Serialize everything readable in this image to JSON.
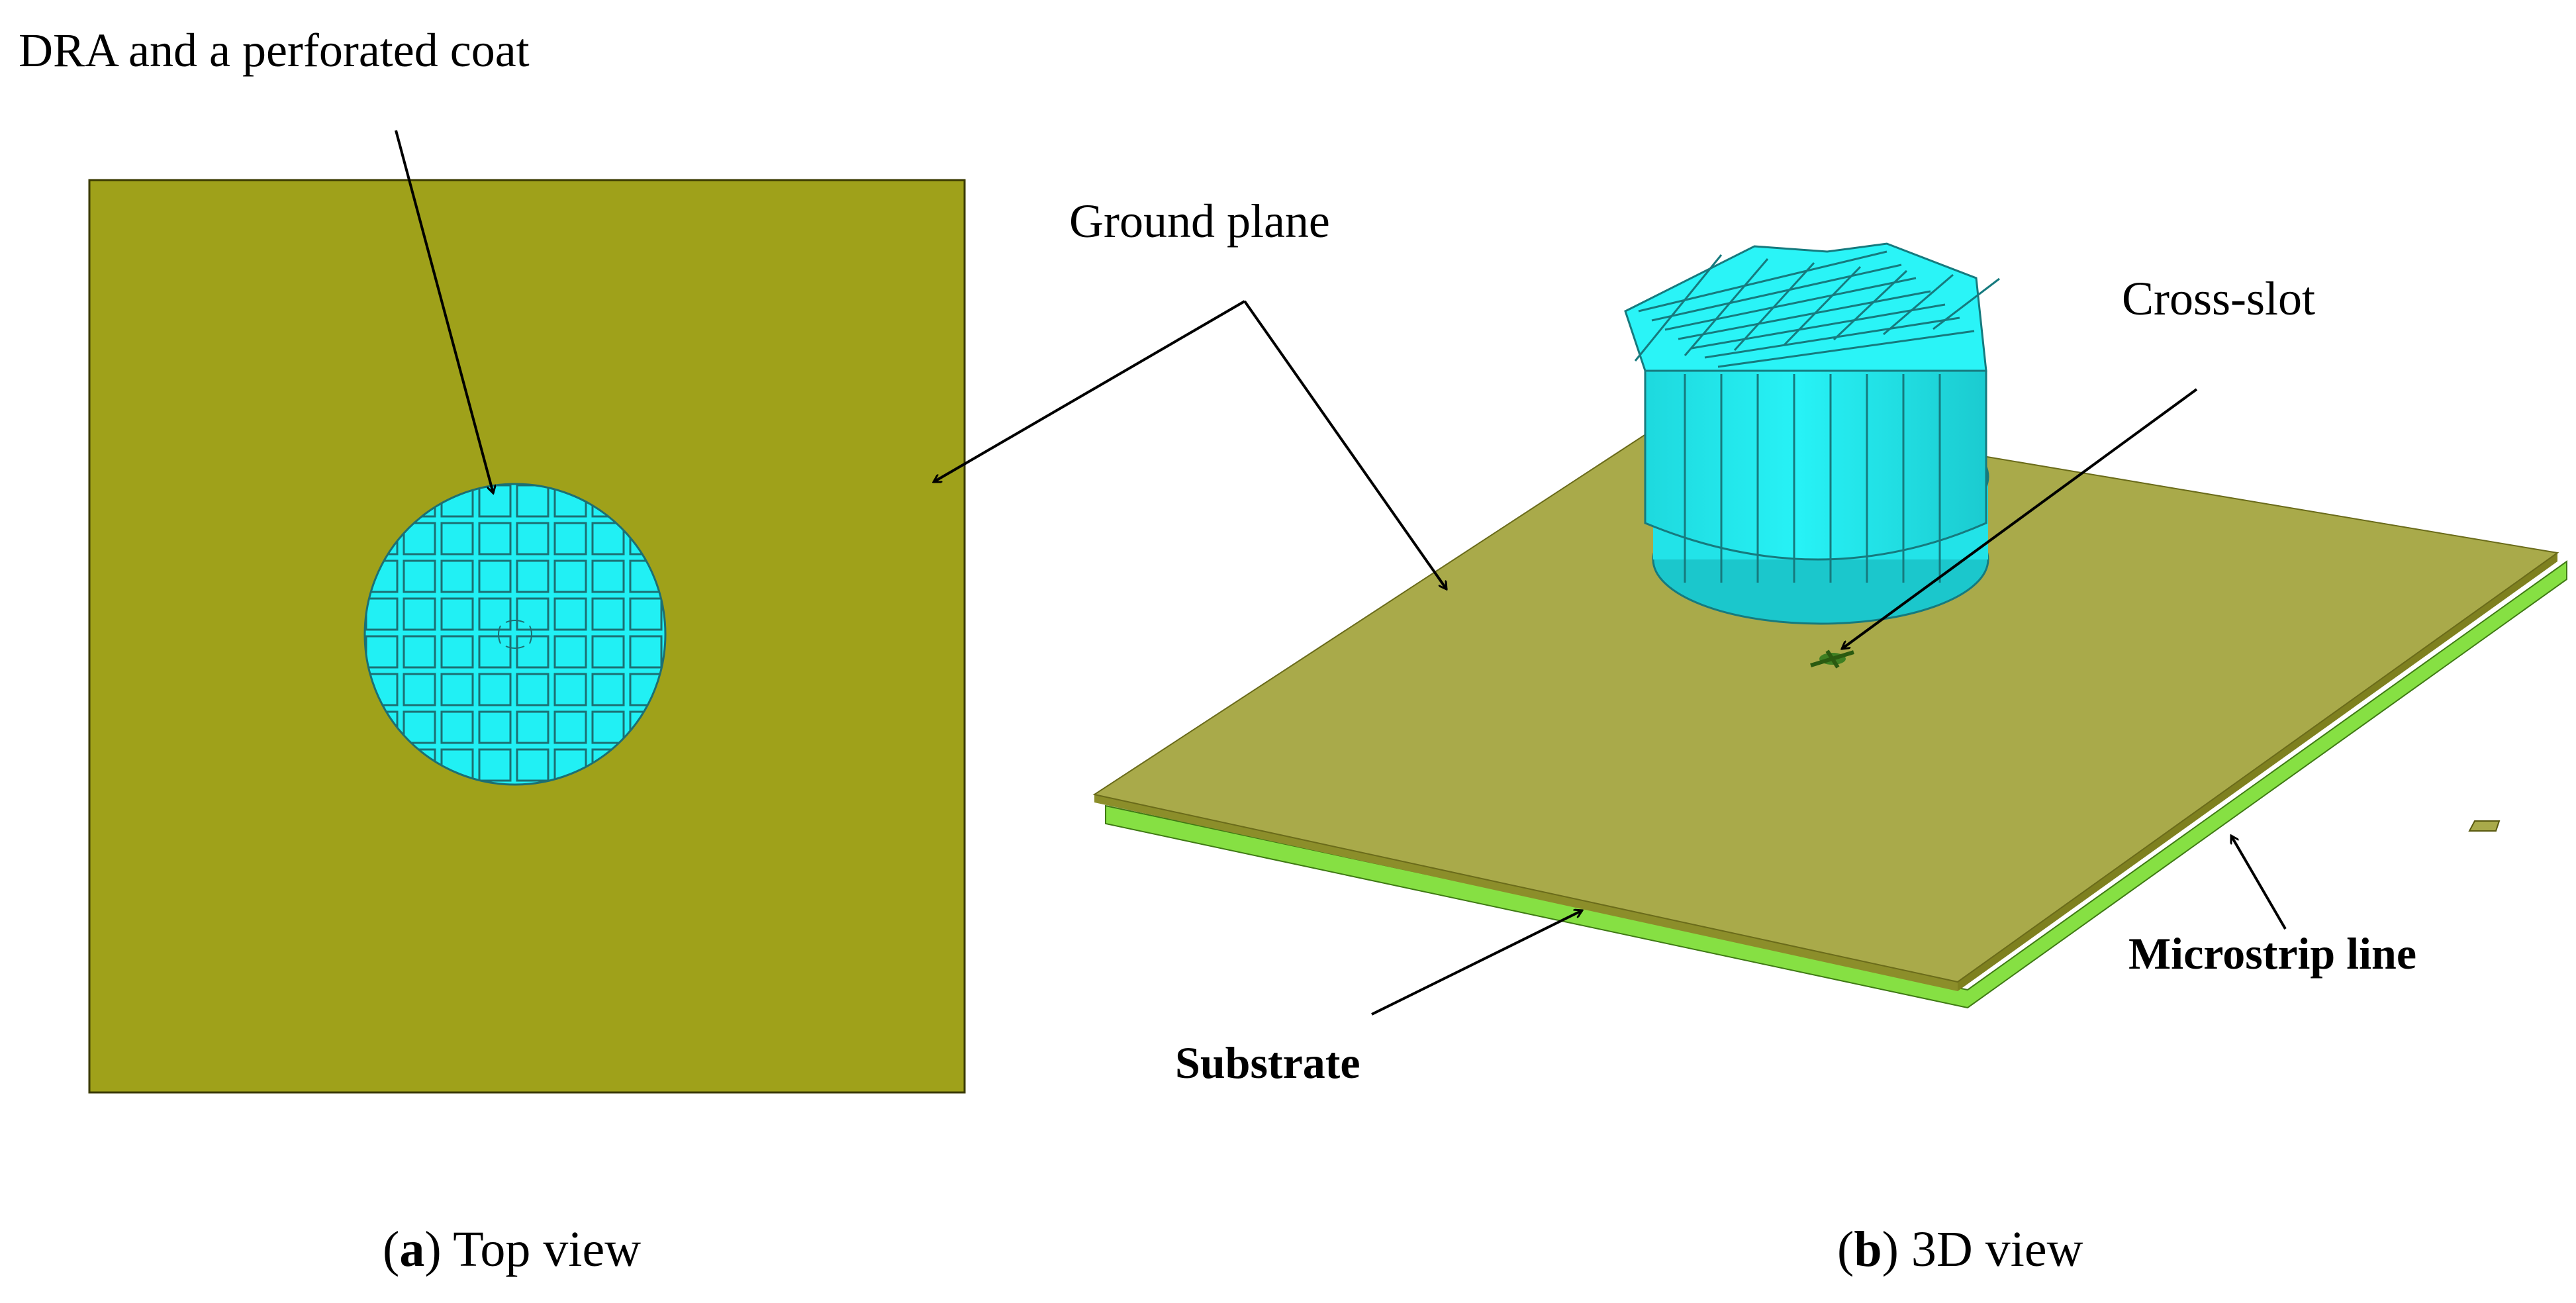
{
  "colors": {
    "ground_plane": "#9FA11A",
    "ground_plane_3d": "#A9AA4A",
    "dra": "#21F0F4",
    "dra_edge": "#1C6F73",
    "substrate": "#86E043",
    "outline": "#3A3A00"
  },
  "labels": {
    "dra_coat": "DRA and a perforated coat",
    "ground_plane": "Ground plane",
    "cross_slot": "Cross-slot",
    "microstrip": "Microstrip line",
    "substrate": "Substrate"
  },
  "captions": {
    "a": {
      "letter": "a",
      "text": " Top view"
    },
    "b": {
      "letter": "b",
      "text": " 3D view"
    }
  }
}
